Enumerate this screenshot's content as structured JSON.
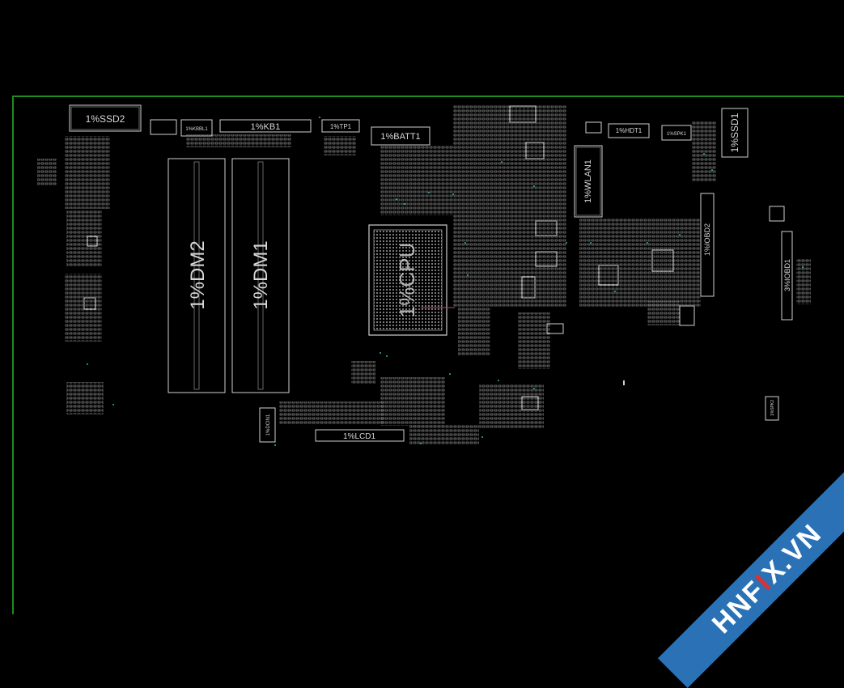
{
  "board": {
    "outline_color": "#1f8a1f",
    "part_color": "#cfcfcf",
    "via_color": "#1fb5b5",
    "highlight_color": "#c0407a"
  },
  "labels": {
    "ssd2": "1%SSD2",
    "kbbl1": "1%KBBL1",
    "kb1": "1%KB1",
    "tp1": "1%TP1",
    "batt1": "1%BATT1",
    "hdt1": "1%HDT1",
    "spk1": "1%SPK1",
    "ssd1": "1%SSD1",
    "wlan1": "1%WLAN1",
    "iobd2": "1%IOBD2",
    "iobd1": "3%IOBD1",
    "dm2": "1%DM2",
    "dm1": "1%DM1",
    "cpu": "1%CPU",
    "dcin1": "1%DCIN1",
    "lcd1": "1%LCD1",
    "spk2": "1%SPK2"
  },
  "watermark": {
    "before": "HNF",
    "accent": "I",
    "after": "X.VN",
    "bg_color": "#2a72b5",
    "accent_color": "#e03030"
  }
}
